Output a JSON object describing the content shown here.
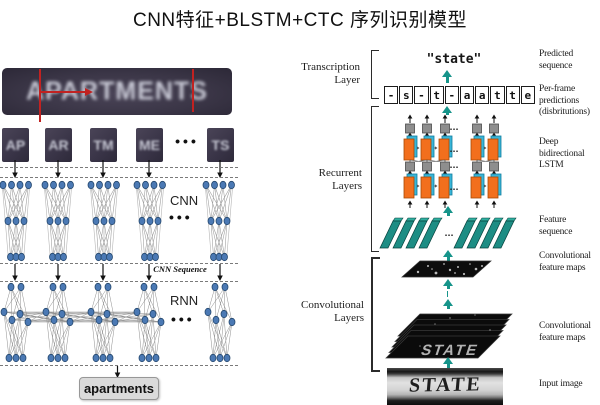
{
  "title": "CNN特征+BLSTM+CTC 序列识别模型",
  "palette": {
    "teal": "#16948a",
    "teal_bar": "#1d8d84",
    "orange": "#f26f1d",
    "cyan": "#38b5d8",
    "gray_unit": "#8e8e8e",
    "node_blue": "#4b79b4",
    "red_annotation": "#c12221",
    "dash_gray": "#7a7a7a",
    "black_map": "#0d0d0d"
  },
  "left_diagram": {
    "source_image_text": "APARTMENTS",
    "patches": [
      "AP",
      "AR",
      "TM",
      "ME",
      "TS"
    ],
    "patch_dots": "•••",
    "cnn_label": "CNN",
    "cnn_dots": "•••",
    "cnn_sequence_label": "CNN Sequence",
    "rnn_label": "RNN",
    "rnn_dots": "•••",
    "output_label": "apartments"
  },
  "right_diagram": {
    "layer_labels": {
      "transcription": "Transcription Layer",
      "recurrent": "Recurrent Layers",
      "convolutional": "Convolutional Layers"
    },
    "predicted_word": "\"state\"",
    "frame_cells": [
      "-",
      "s",
      "-",
      "t",
      "-",
      "a",
      "a",
      "t",
      "t",
      "e"
    ],
    "lstm_dots": "···",
    "feature_dots": "···",
    "stack_text": "STATE",
    "input_image_text": "STATE",
    "annotations": [
      "Predicted sequence",
      "Per-frame predictions (disbritutions)",
      "Deep bidirectional LSTM",
      "Feature sequence",
      "Convolutional feature maps",
      "Convolutional feature maps",
      "Input image"
    ]
  }
}
